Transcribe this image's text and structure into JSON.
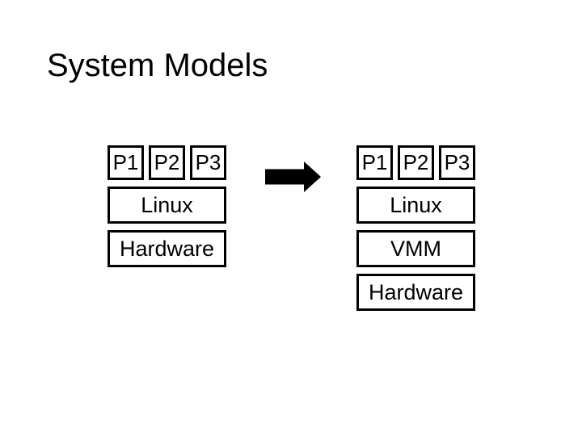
{
  "slide_title": "System Models",
  "colors": {
    "background": "#ffffff",
    "ink": "#000000"
  },
  "diagram": {
    "left_stack": {
      "processes": [
        "P1",
        "P2",
        "P3"
      ],
      "layers": [
        "Linux",
        "Hardware"
      ]
    },
    "arrow": {
      "direction": "right"
    },
    "right_stack": {
      "processes": [
        "P1",
        "P2",
        "P3"
      ],
      "layers": [
        "Linux",
        "VMM",
        "Hardware"
      ]
    }
  }
}
